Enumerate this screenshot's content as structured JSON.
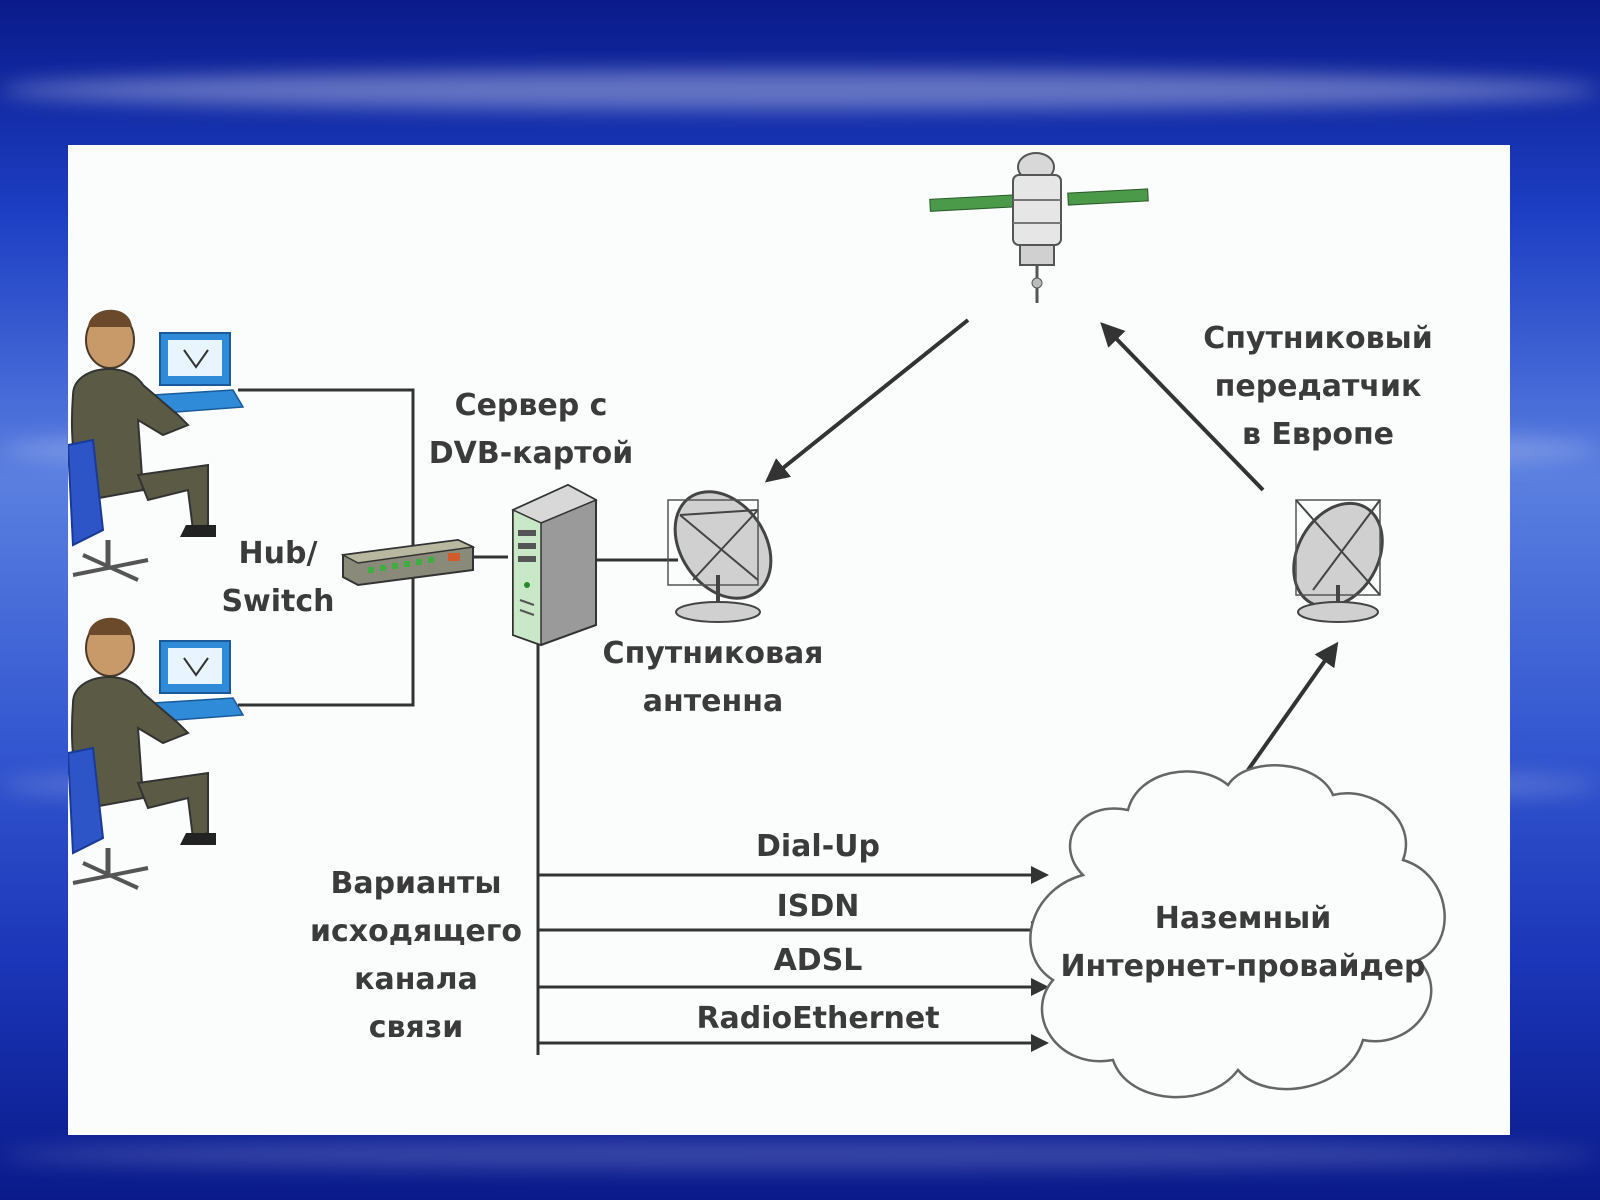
{
  "labels": {
    "server_line1": "Сервер с",
    "server_line2": "DVB-картой",
    "transmitter_line1": "Спутниковый",
    "transmitter_line2": "передатчик",
    "transmitter_line3": "в Европе",
    "hub_line1": "Hub/",
    "hub_line2": "Switch",
    "antenna_line1": "Спутниковая",
    "antenna_line2": "антенна",
    "channel_options_line1": "Варианты",
    "channel_options_line2": "исходящего",
    "channel_options_line3": "канала",
    "channel_options_line4": "связи",
    "isp_line1": "Наземный",
    "isp_line2": "Интернет-провайдер"
  },
  "channels": [
    "Dial-Up",
    "ISDN",
    "ADSL",
    "RadioEthernet"
  ],
  "colors": {
    "panel": "#fbfcfc",
    "line": "#333333",
    "monitor": "#2f8ad8",
    "suit": "#5b5b45",
    "chair": "#2d55c8",
    "solar_panel": "#4a9a4a"
  }
}
